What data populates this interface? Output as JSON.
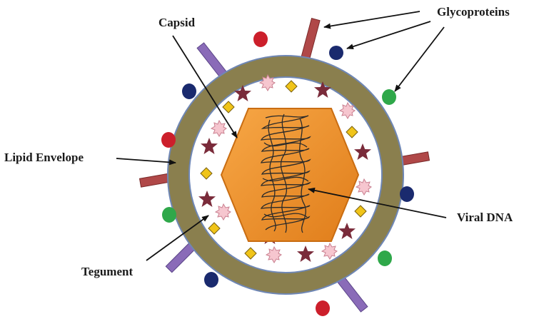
{
  "labels": {
    "capsid": "Capsid",
    "glycoproteins": "Glycoproteins",
    "lipid_envelope": "Lipid Envelope",
    "viral_dna": "Viral DNA",
    "tegument": "Tegument"
  },
  "colors": {
    "envelope": "#8a7f4e",
    "envelope_outline": "#6f87b5",
    "tegument_space": "#ffffff",
    "capsid": "#f0922c",
    "capsid_dark": "#c96d12",
    "dna_strand": "#2a2a2a",
    "glyco_red": "#cc1f2b",
    "glyco_navy": "#1a2a6e",
    "glyco_green": "#2fa84a",
    "rod_red": "#b04848",
    "rod_purple": "#8a6bb8",
    "tegument_star": "#7a2b3a",
    "tegument_diamond": "#f0c419",
    "tegument_blob": "#f6c6cf",
    "arrow": "#111111"
  }
}
